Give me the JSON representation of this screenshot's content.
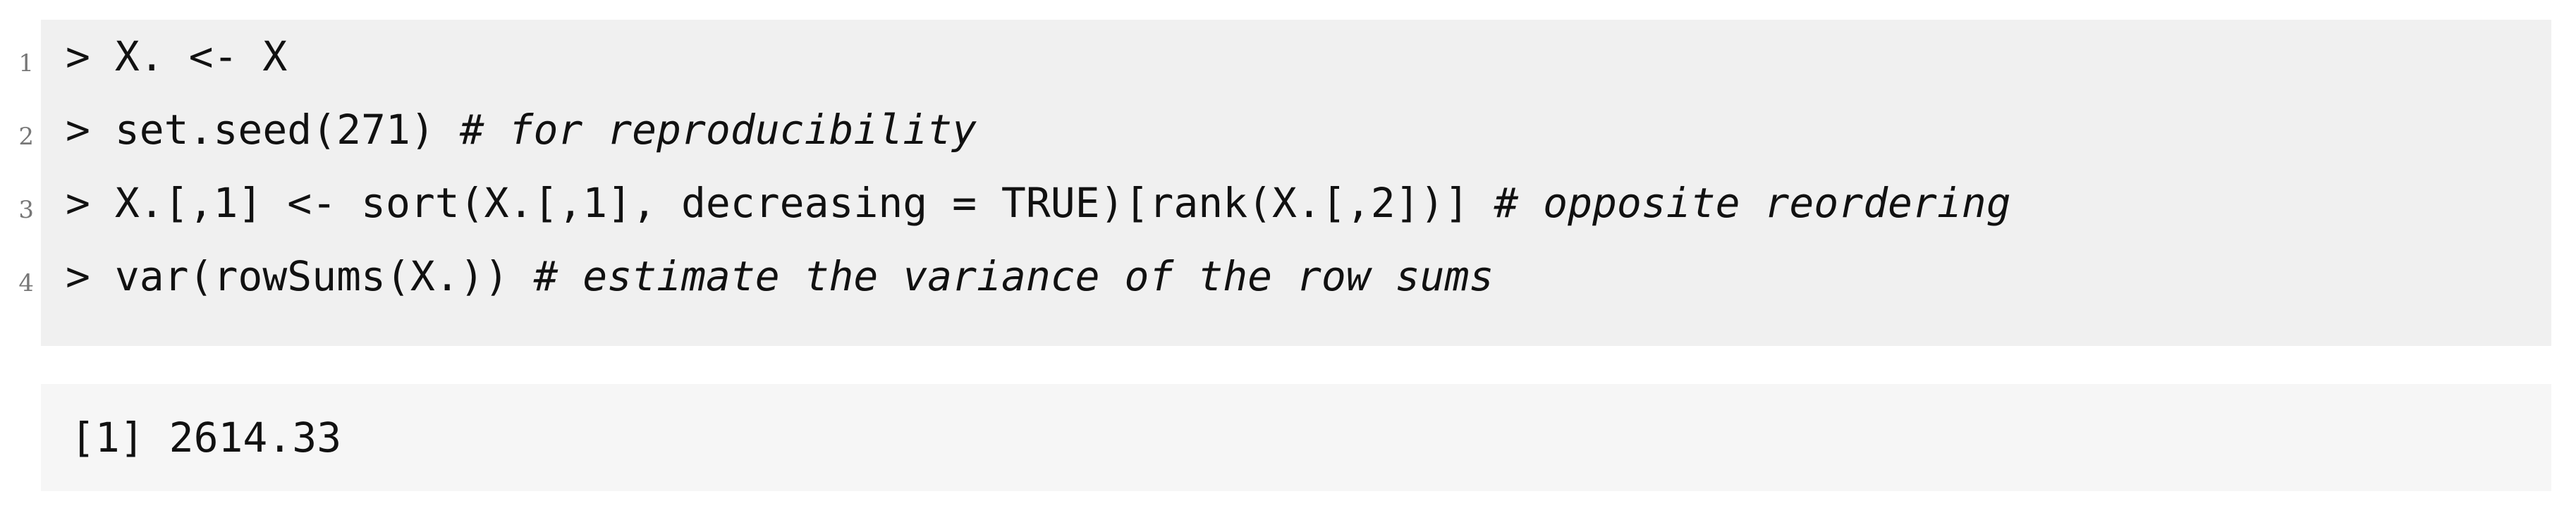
{
  "code": {
    "lines": [
      {
        "number": "1",
        "code": "> X. <- X",
        "comment": ""
      },
      {
        "number": "2",
        "code": "> set.seed(271) ",
        "comment": "# for reproducibility"
      },
      {
        "number": "3",
        "code": "> X.[,1] <- sort(X.[,1], decreasing = TRUE)[rank(X.[,2])] ",
        "comment": "# opposite reordering"
      },
      {
        "number": "4",
        "code": "> var(rowSums(X.)) ",
        "comment": "# estimate the variance of the row sums"
      }
    ]
  },
  "output": {
    "text": "[1] 2614.33"
  }
}
